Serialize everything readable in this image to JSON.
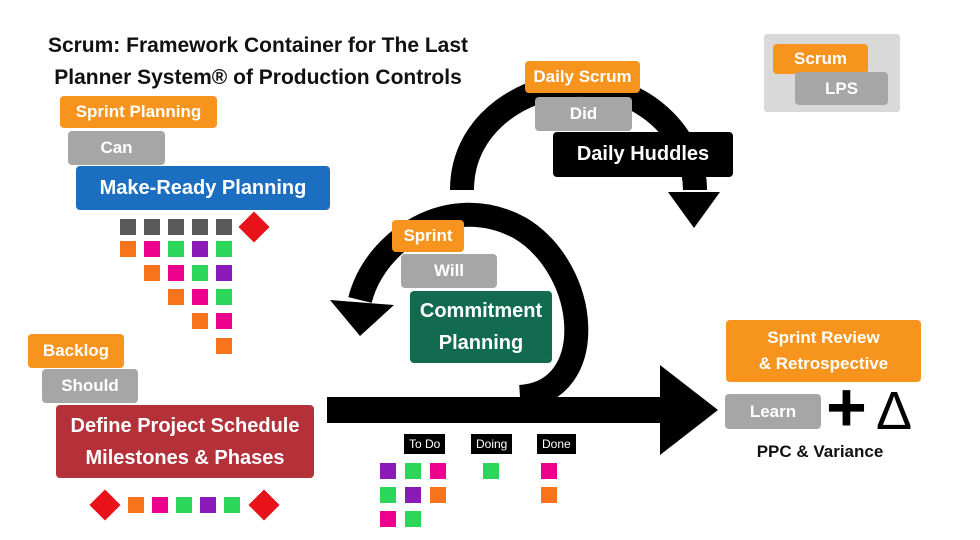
{
  "title": {
    "line1": "Scrum: Framework Container for The Last",
    "line2": "Planner System® of Production Controls"
  },
  "legend": {
    "scrum": "Scrum",
    "lps": "LPS"
  },
  "sprint_planning": {
    "scrum": "Sprint Planning",
    "verb": "Can",
    "lps": "Make-Ready Planning"
  },
  "daily": {
    "scrum": "Daily Scrum",
    "verb": "Did",
    "lps": "Daily Huddles"
  },
  "sprint": {
    "scrum": "Sprint",
    "verb": "Will",
    "lps_line1": "Commitment",
    "lps_line2": "Planning"
  },
  "backlog": {
    "scrum": "Backlog",
    "verb": "Should",
    "lps_line1": "Define Project Schedule",
    "lps_line2": "Milestones & Phases"
  },
  "review": {
    "scrum_line1": "Sprint Review",
    "scrum_line2": "& Retrospective",
    "verb": "Learn",
    "plus": "+",
    "delta": "Δ",
    "lps": "PPC & Variance"
  },
  "board": {
    "todo": "To Do",
    "doing": "Doing",
    "done": "Done"
  },
  "colors": {
    "orange": "#f7941d",
    "grey": "#a6a6a6",
    "blue": "#1c6fc0",
    "green_tag": "#136b4f",
    "red_tag": "#b5313a",
    "magenta": "#ec008c",
    "lime": "#2bd65b",
    "purple": "#8a19b8",
    "dark_grey": "#595959",
    "red": "#e8121b"
  }
}
